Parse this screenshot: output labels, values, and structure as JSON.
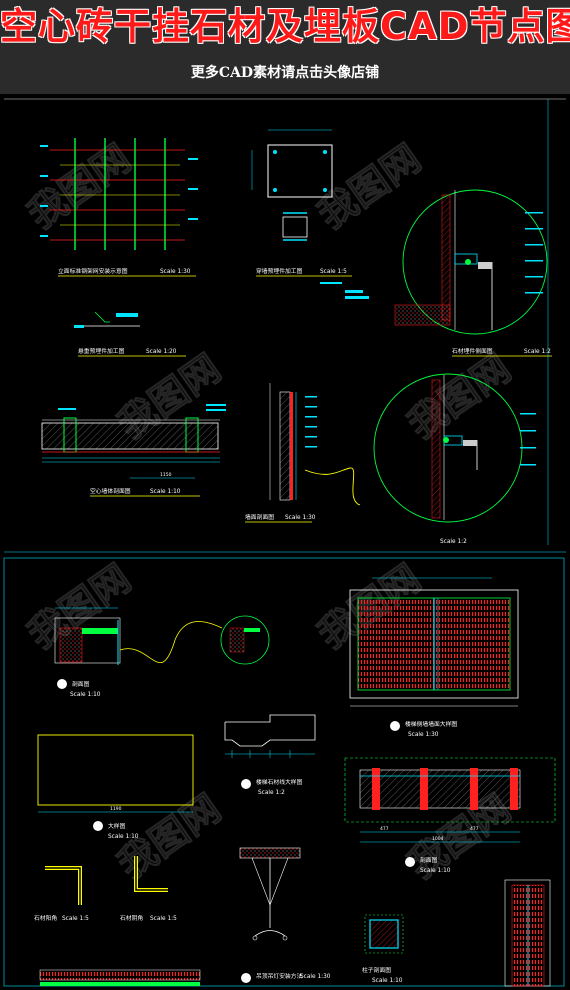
{
  "header": {
    "title": "空心砖干挂石材及埋板CAD节点图",
    "subtitle": "更多CAD素材请点击头像店铺"
  },
  "labels": {
    "l1": "立面标准钢架网安装示意图",
    "l1s": "Scale 1:30",
    "l2": "穿墙预埋件加工图",
    "l2s": "Scale 1:5",
    "l3": "悬重预埋件加工图",
    "l3s": "Scale 1:20",
    "l4": "石材埋件侧面图",
    "l4s": "Scale 1:2",
    "l5": "空心墙体剖面图",
    "l5s": "Scale 1:10",
    "l6": "墙面剖面图",
    "l6s": "Scale 1:30",
    "l7s": "Scale 1:2",
    "l8": "剖面图",
    "l8s": "Scale 1:10",
    "l9": "楼梯侧墙墙面大样图",
    "l9s": "Scale 1:30",
    "l10": "楼梯石材线大样图",
    "l10s": "Scale 1:2",
    "l11": "大样图",
    "l11s": "Scale 1:10",
    "l12": "剖面图",
    "l12s": "Scale 1:10",
    "l13": "石材阳角",
    "l13s": "Scale 1:5",
    "l14": "石材阴角",
    "l14s": "Scale 1:5",
    "l15": "吊顶吊灯安装方法",
    "l15s": "Scale 1:30",
    "l16": "柱子剖面图",
    "l16s": "Scale 1:10"
  },
  "dimensions": {
    "d1": "1150",
    "d2": "1190",
    "d3": "1004",
    "d4": "477",
    "d5": "477"
  },
  "watermark": "我图网",
  "colors": {
    "background": "#000000",
    "banner": "#2b2b2b",
    "title": "#ff1a1a",
    "cad_cyan": "#00e5ff",
    "cad_red": "#ff2020",
    "cad_green": "#00ff40",
    "cad_yellow": "#ffff00",
    "cad_magenta": "#ff30ff"
  }
}
